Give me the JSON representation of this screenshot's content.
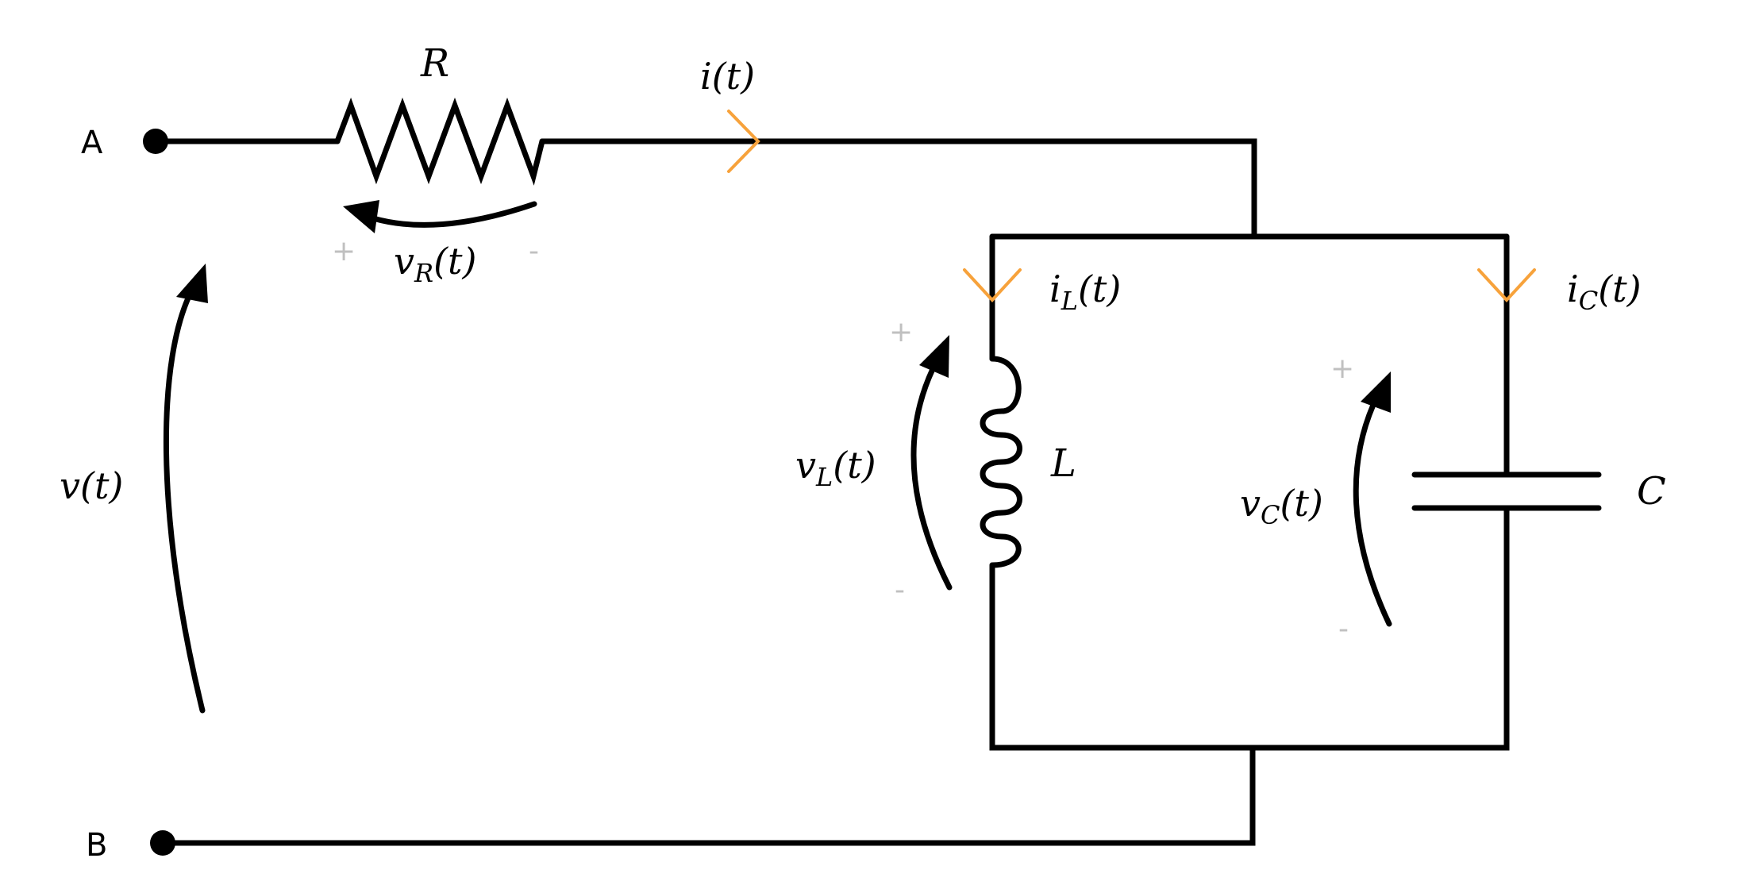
{
  "diagram": {
    "nodes": {
      "a": "A",
      "b": "B"
    },
    "components": {
      "resistor": "R",
      "inductor": "L",
      "capacitor": "C"
    },
    "currents": {
      "main": {
        "base": "i",
        "sub": "",
        "arg": "(t)"
      },
      "inductor": {
        "base": "i",
        "sub": "L",
        "arg": "(t)"
      },
      "capacitor": {
        "base": "i",
        "sub": "C",
        "arg": "(t)"
      }
    },
    "voltages": {
      "source": {
        "base": "v",
        "sub": "",
        "arg": "(t)"
      },
      "resistor": {
        "base": "v",
        "sub": "R",
        "arg": "(t)",
        "plus": "+",
        "minus": "-"
      },
      "inductor": {
        "base": "v",
        "sub": "L",
        "arg": "(t)",
        "plus": "+",
        "minus": "-"
      },
      "capacitor": {
        "base": "v",
        "sub": "C",
        "arg": "(t)",
        "plus": "+",
        "minus": "-"
      }
    },
    "colors": {
      "wire": "#000000",
      "current_marker": "#f7a23b",
      "polarity_sign": "#c0c0c0"
    }
  }
}
